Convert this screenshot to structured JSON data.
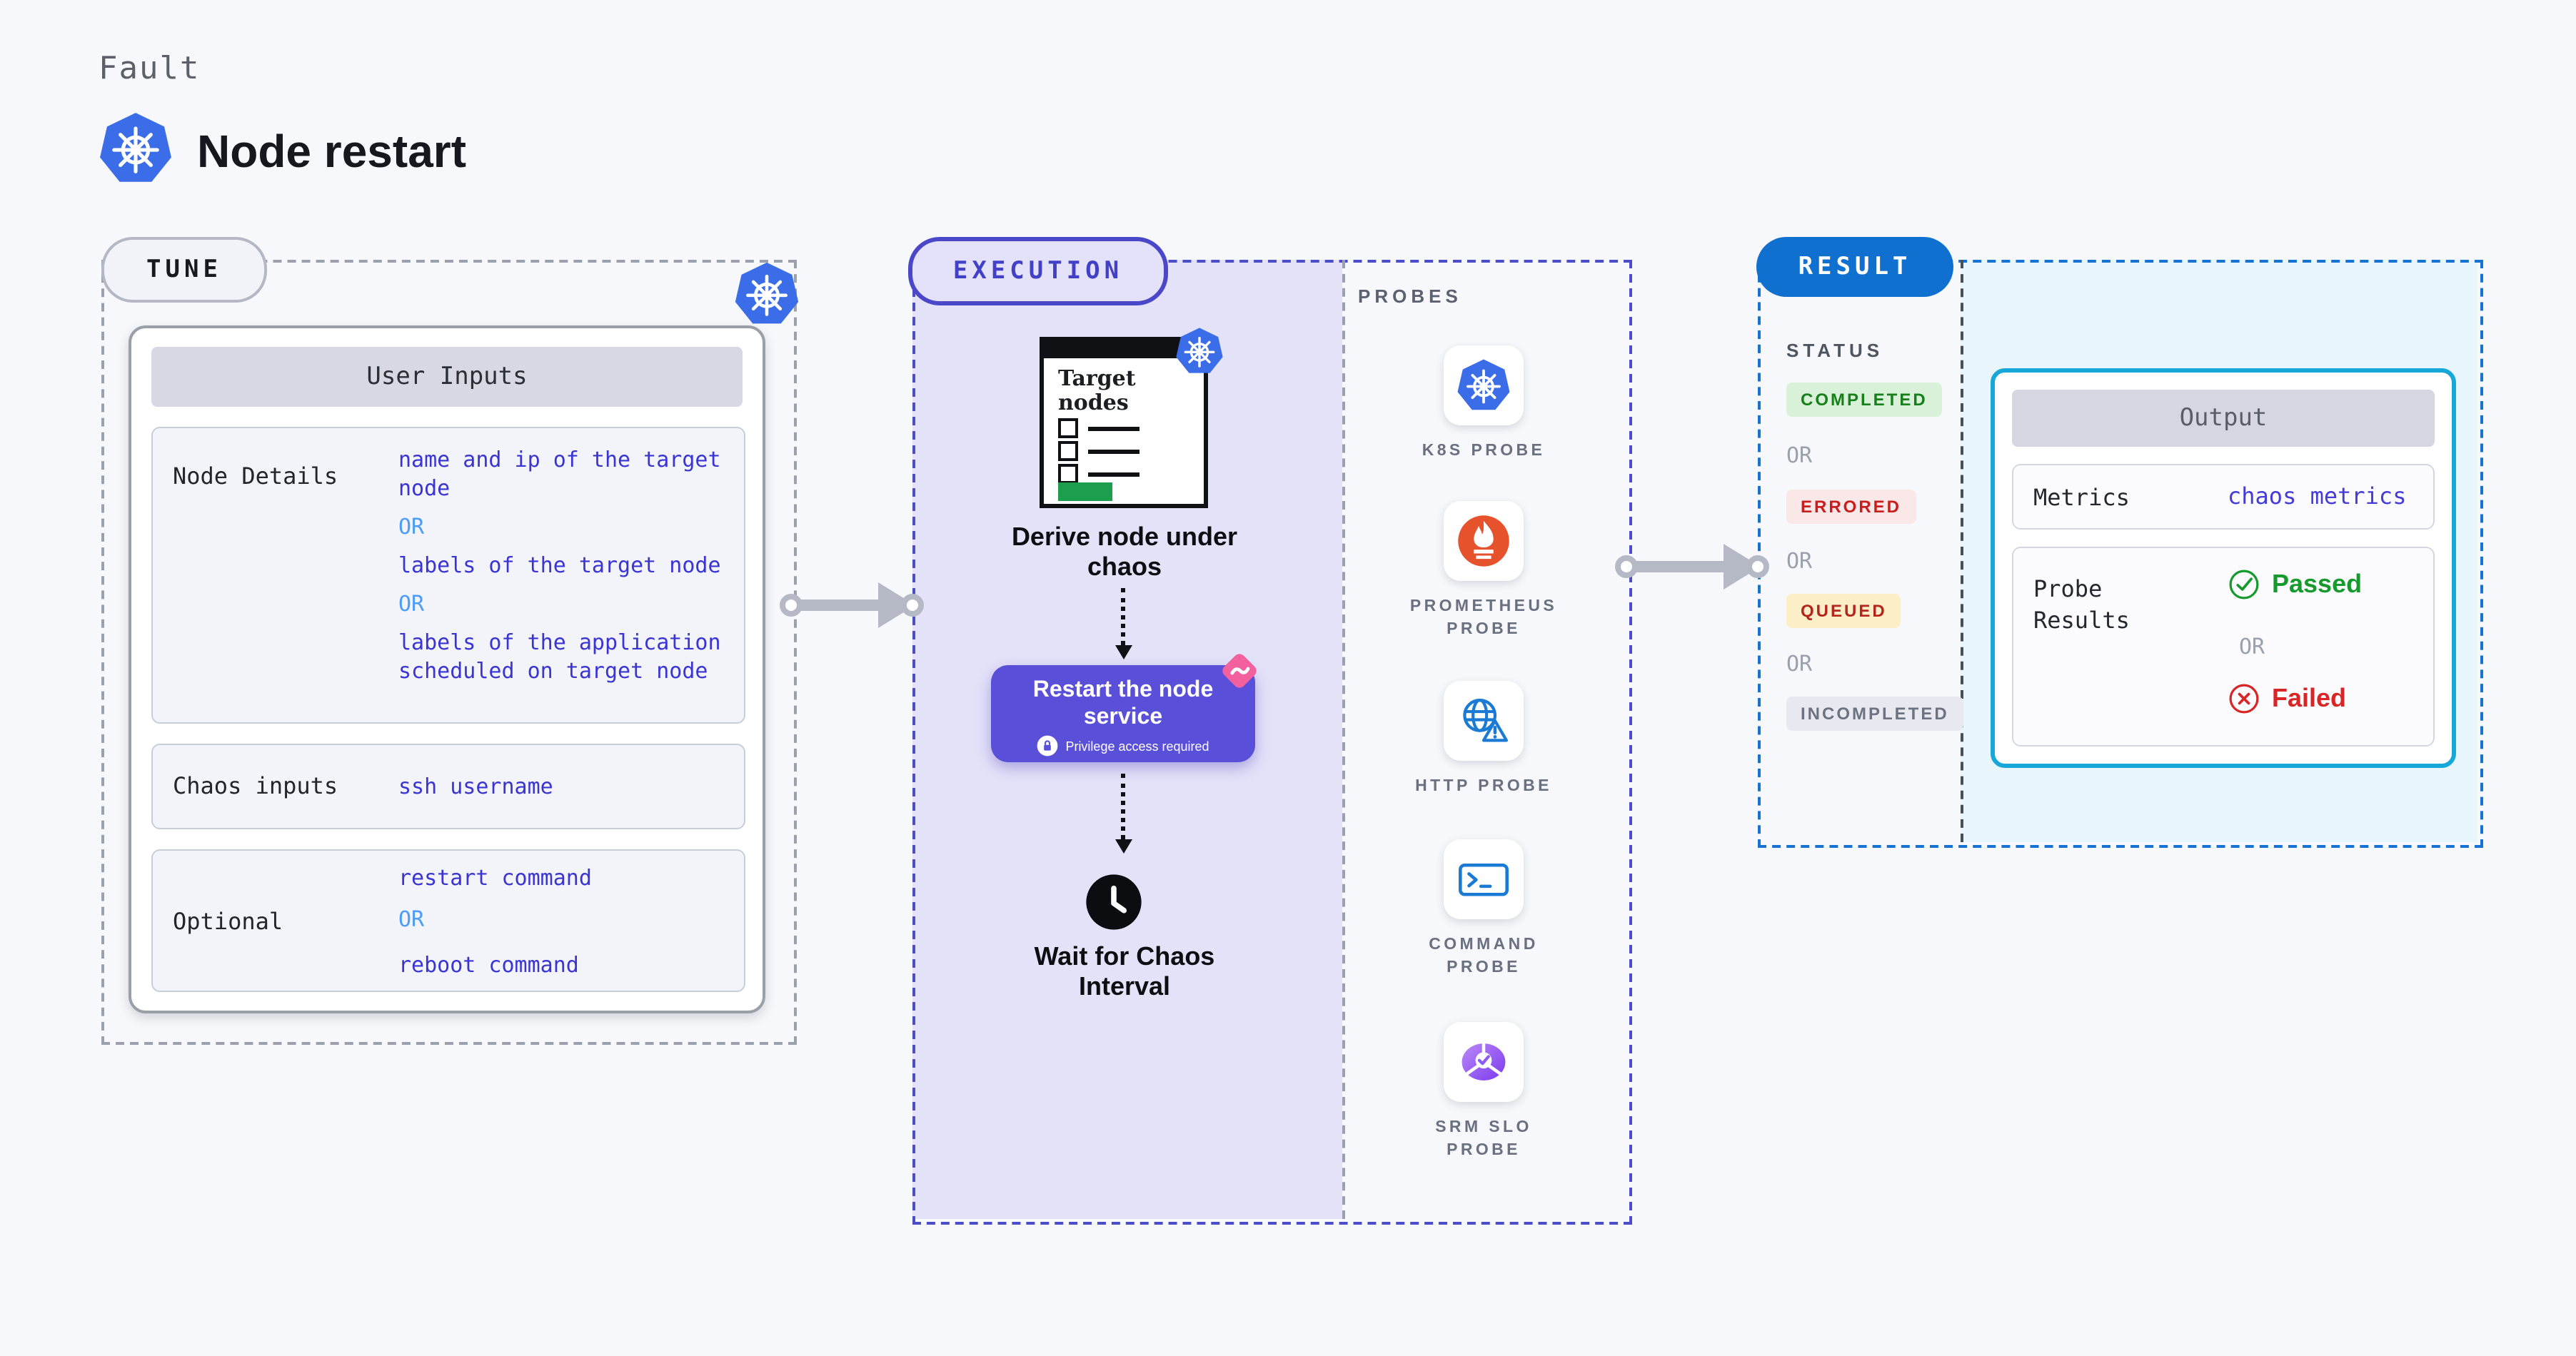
{
  "header": {
    "eyebrow": "Fault",
    "title": "Node restart",
    "logo_icon": "kubernetes-icon"
  },
  "tune": {
    "label": "TUNE",
    "corner_icon": "kubernetes-icon",
    "table": {
      "header": "User Inputs",
      "rows": [
        {
          "label": "Node Details",
          "lines": [
            "name and ip of the target node",
            "OR",
            "labels of the target node",
            "OR",
            "labels of the application scheduled on target node"
          ]
        },
        {
          "label": "Chaos inputs",
          "lines": [
            "ssh username"
          ]
        },
        {
          "label": "Optional",
          "lines": [
            "restart command",
            "OR",
            "reboot command"
          ]
        }
      ]
    }
  },
  "execution": {
    "label": "EXECUTION",
    "target_card": {
      "title": "Target nodes",
      "corner_icon": "kubernetes-icon"
    },
    "derive_step": "Derive node under chaos",
    "restart_step": {
      "title": "Restart the node service",
      "note": "Privilege access required",
      "note_icon": "lock-icon",
      "corner_icon": "chaos-icon"
    },
    "wait_step": "Wait for Chaos Interval",
    "probes_label": "PROBES",
    "probes": [
      {
        "name": "K8S PROBE",
        "icon": "kubernetes-icon"
      },
      {
        "name": "PROMETHEUS PROBE",
        "icon": "prometheus-icon"
      },
      {
        "name": "HTTP PROBE",
        "icon": "globe-warning-icon"
      },
      {
        "name": "COMMAND PROBE",
        "icon": "terminal-icon"
      },
      {
        "name": "SRM SLO PROBE",
        "icon": "slo-check-icon"
      }
    ]
  },
  "result": {
    "label": "RESULT",
    "status_label": "STATUS",
    "or_label": "OR",
    "statuses": [
      {
        "text": "COMPLETED",
        "type": "completed"
      },
      {
        "text": "ERRORED",
        "type": "errored"
      },
      {
        "text": "QUEUED",
        "type": "queued"
      },
      {
        "text": "INCOMPLETED",
        "type": "incompleted"
      }
    ],
    "output": {
      "header": "Output",
      "metrics_label": "Metrics",
      "metrics_value": "chaos metrics",
      "probe_results_label": "Probe Results",
      "passed": "Passed",
      "or": "OR",
      "failed": "Failed"
    }
  },
  "colors": {
    "kubernetes_blue": "#3b6de8",
    "tune_border": "#9ba1ac",
    "execution_indigo": "#4b47c9",
    "execution_fill": "#e4e2f8",
    "restart_button": "#5a4fd9",
    "chaos_pink": "#f2609e",
    "result_blue": "#1070d0",
    "result_fill": "#e8f5fb",
    "output_border": "#18a7d9",
    "value_blue": "#3a34d4",
    "or_blue": "#4d9cf6",
    "prometheus_orange": "#e6522c",
    "probe_icon_blue": "#1a7ad4",
    "srm_purple": "#8b5cf6",
    "target_green": "#1d9e4f",
    "status_completed_fg": "#18801b",
    "status_completed_bg": "#d9f1d9",
    "status_errored_fg": "#c81e1e",
    "status_errored_bg": "#fae8e8",
    "status_queued_fg": "#b3251d",
    "status_queued_bg": "#fcefc7",
    "status_incompleted_fg": "#6d7280",
    "status_incompleted_bg": "#e8e9f0",
    "passed_green": "#169a2e",
    "failed_red": "#d92525"
  }
}
